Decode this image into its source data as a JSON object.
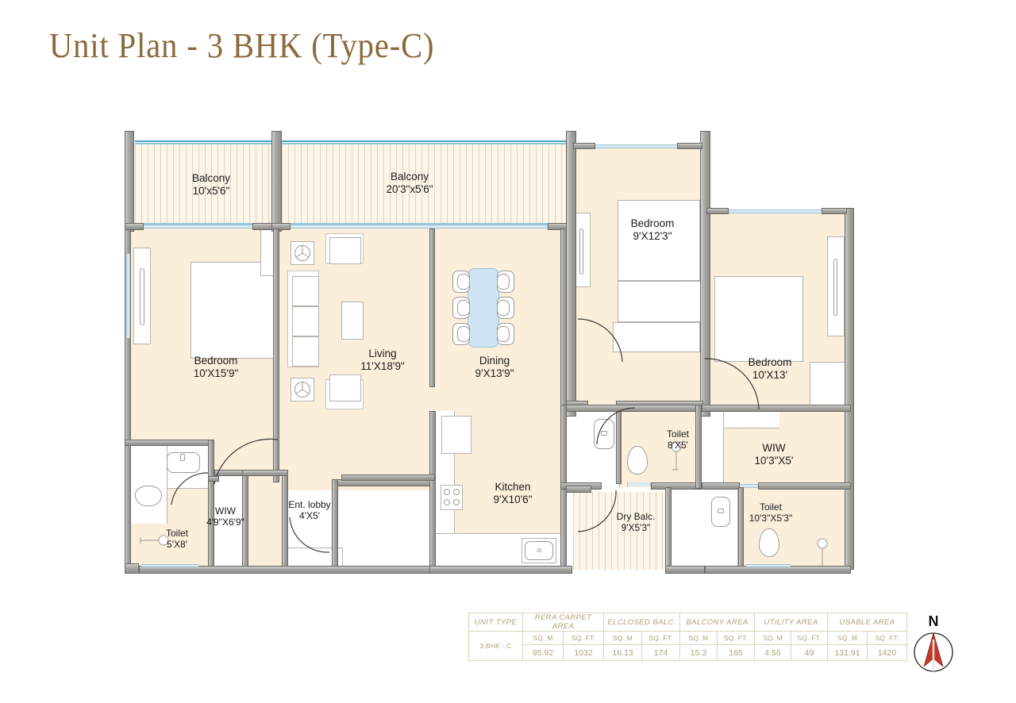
{
  "title": "Unit Plan - 3 BHK (Type-C)",
  "colors": {
    "title": "#8a6a3a",
    "floor": "#fbeedb",
    "wall": "#a8a6a2",
    "window": "#d8eaf0",
    "table_text": "#b0a07b",
    "dining_table": "#cfe4f2",
    "compass_needle": "#c0392b"
  },
  "rooms": [
    {
      "id": "balcony-left",
      "name": "Balcony",
      "dim": "10'x5'6\""
    },
    {
      "id": "balcony-main",
      "name": "Balcony",
      "dim": "20'3\"x5'6\""
    },
    {
      "id": "bedroom-left",
      "name": "Bedroom",
      "dim": "10'X15'9\""
    },
    {
      "id": "living",
      "name": "Living",
      "dim": "11'X18'9\""
    },
    {
      "id": "dining",
      "name": "Dining",
      "dim": "9'X13'9\""
    },
    {
      "id": "bedroom-top",
      "name": "Bedroom",
      "dim": "9'X12'3\""
    },
    {
      "id": "bedroom-right",
      "name": "Bedroom",
      "dim": "10'X13'"
    },
    {
      "id": "wiw-right",
      "name": "WIW",
      "dim": "10'3\"X5'"
    },
    {
      "id": "toilet-center",
      "name": "Toilet",
      "dim": "8'X5'"
    },
    {
      "id": "toilet-right",
      "name": "Toilet",
      "dim": "10'3\"X5'3\""
    },
    {
      "id": "kitchen",
      "name": "Kitchen",
      "dim": "9'X10'6\""
    },
    {
      "id": "dry-balcony",
      "name": "Dry Balc.",
      "dim": "9'X5'3\""
    },
    {
      "id": "toilet-left",
      "name": "Toilet",
      "dim": "5'X8'"
    },
    {
      "id": "wiw-left",
      "name": "WIW",
      "dim": "4'9\"X6'9\""
    },
    {
      "id": "entrance-lobby",
      "name": "Ent. lobby",
      "dim": "4'X5'"
    }
  ],
  "area_table": {
    "group_headers": [
      "UNIT TYPE",
      "RERA CARPET AREA",
      "ELCLOSED BALC.",
      "BALCONY AREA",
      "UTILITY AREA",
      "USABLE AREA"
    ],
    "unit_headers": [
      "SQ. M",
      "SQ. FT.",
      "SQ. M",
      "SQ. FT.",
      "SQ. M",
      "SQ. FT.",
      "SQ. M",
      "SQ. FT.",
      "SQ. M",
      "SQ. FT."
    ],
    "row_label": "3 BHK - C",
    "values": [
      "95.92",
      "1032",
      "16.13",
      "174",
      "15.3",
      "165",
      "4.56",
      "49",
      "131.91",
      "1420"
    ]
  },
  "compass": {
    "label": "N"
  }
}
